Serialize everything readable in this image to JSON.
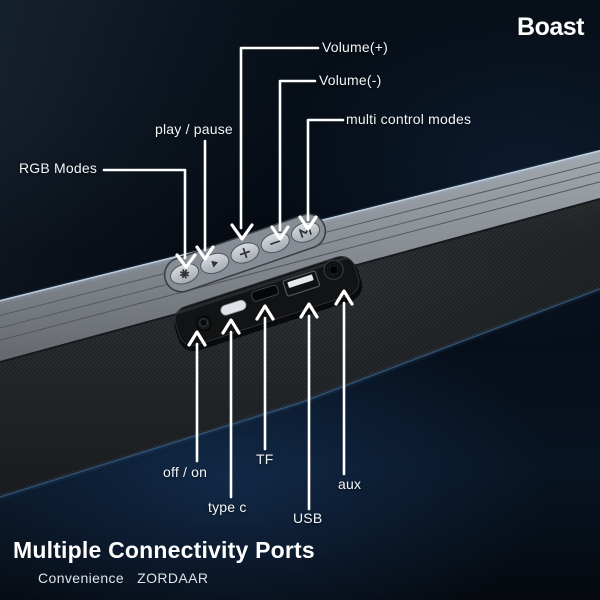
{
  "brand": {
    "name": "Boast"
  },
  "heading": {
    "title": "Multiple Connectivity Ports",
    "subtitle_word1": "Convenience",
    "subtitle_word2": "ZORDAAR"
  },
  "callouts": {
    "top": [
      {
        "id": "rgb-modes",
        "label": "RGB Modes",
        "target": "rgb-modes-button"
      },
      {
        "id": "play-pause",
        "label": "play / pause",
        "target": "play-pause-button"
      },
      {
        "id": "volume-plus",
        "label": "Volume(+)",
        "target": "volume-up-button"
      },
      {
        "id": "volume-minus",
        "label": "Volume(-)",
        "target": "volume-down-button"
      },
      {
        "id": "multi-control-modes",
        "label": "multi control modes",
        "target": "multi-control-modes-button"
      }
    ],
    "bottom": [
      {
        "id": "off-on",
        "label": "off / on",
        "target": "power-switch"
      },
      {
        "id": "type-c",
        "label": "type c",
        "target": "type-c-port"
      },
      {
        "id": "tf",
        "label": "TF",
        "target": "tf-card-slot"
      },
      {
        "id": "usb",
        "label": "USB",
        "target": "usb-port"
      },
      {
        "id": "aux",
        "label": "aux",
        "target": "aux-jack"
      }
    ]
  },
  "device": {
    "type": "soundbar",
    "buttons": [
      "rgb-modes-icon",
      "play-pause-icon",
      "volume-plus-icon",
      "volume-minus-icon",
      "multi-mode-icon"
    ],
    "ports": [
      "power-switch",
      "type-c-port",
      "tf-card-slot",
      "usb-port",
      "aux-jack"
    ]
  },
  "colors": {
    "background_navy": "#081422",
    "edge_light_blue": "#4577ab",
    "callout_white": "#ffffff",
    "rim_gray": "#8d939a",
    "front_face": "#2e3236",
    "port_panel": "#121315"
  }
}
